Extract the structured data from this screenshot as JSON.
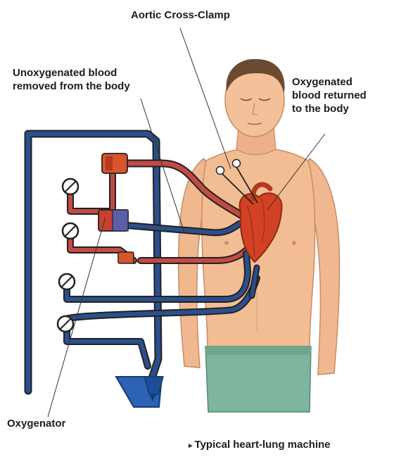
{
  "labels": {
    "clamp": "Aortic Cross-Clamp",
    "unoxygenated_line1": "Unoxygenated blood",
    "unoxygenated_line2": "removed from the body",
    "oxygenated_line1": "Oxygenated",
    "oxygenated_line2": "blood returned",
    "oxygenated_line3": "to the body",
    "oxygenator": "Oxygenator",
    "caption": "Typical heart-lung machine"
  },
  "icons": {
    "caption_marker": "triangle-right-icon"
  },
  "colors": {
    "oxygenated": "#c24a44",
    "unoxygenated": "#2b4f8c",
    "skin": "#f0b88f",
    "shorts": "#7fb59e",
    "heart": "#d24124",
    "hair": "#6a4a30",
    "tube_outline": "#222222",
    "text": "#1c1c1c"
  }
}
